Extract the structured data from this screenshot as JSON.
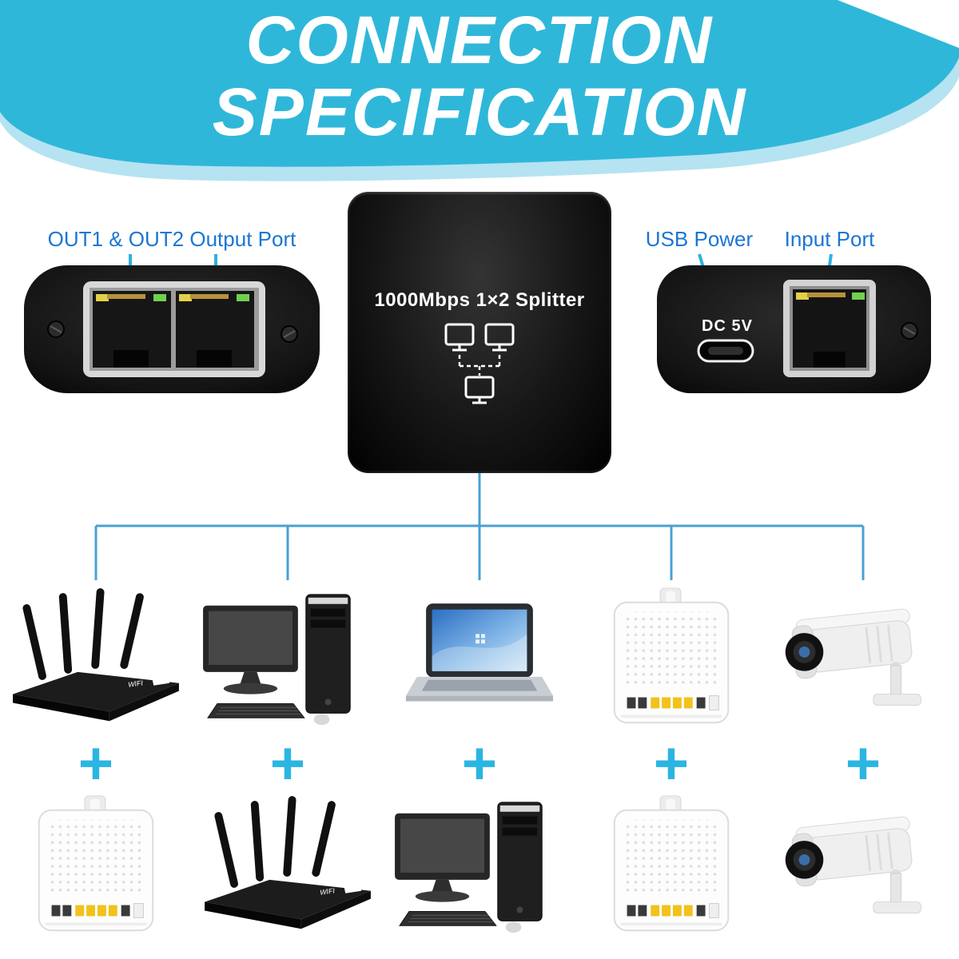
{
  "header": {
    "line1": "CONNECTION",
    "line2": "SPECIFICATION"
  },
  "splitter": {
    "label": "1000Mbps 1×2 Splitter",
    "dc_label": "DC 5V"
  },
  "annotations": {
    "output_ports": "OUT1 & OUT2 Output Port",
    "usb_power": "USB Power",
    "input_port": "Input Port"
  },
  "router_badge": "WIFI",
  "plus": "+",
  "columns": [
    {
      "top": "wifi-router",
      "bottom": "white-modem"
    },
    {
      "top": "desktop-pc",
      "bottom": "wifi-router"
    },
    {
      "top": "laptop",
      "bottom": "desktop-pc"
    },
    {
      "top": "white-modem",
      "bottom": "white-modem"
    },
    {
      "top": "security-camera",
      "bottom": "security-camera"
    }
  ],
  "colors": {
    "banner": "#2fb7da",
    "banner_underlay": "#b5e3f1",
    "label_blue": "#1b76d2",
    "arrow_cyan": "#2bb3e2",
    "line_blue": "#4aa0d4",
    "plus_cyan": "#2bb5e2"
  }
}
